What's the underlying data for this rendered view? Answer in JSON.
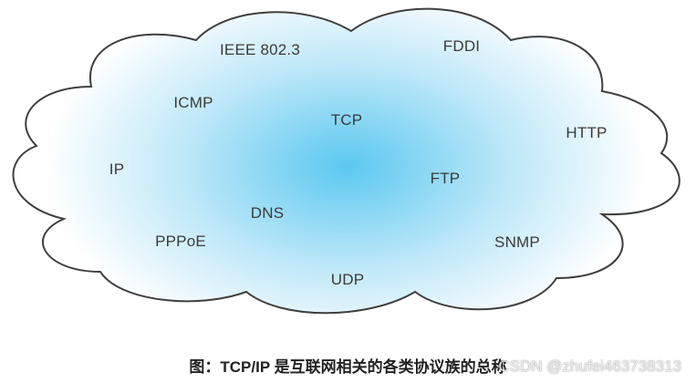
{
  "diagram": {
    "protocols": [
      {
        "id": "ieee",
        "label": "IEEE 802.3"
      },
      {
        "id": "fddi",
        "label": "FDDI"
      },
      {
        "id": "icmp",
        "label": "ICMP"
      },
      {
        "id": "tcp",
        "label": "TCP"
      },
      {
        "id": "http",
        "label": "HTTP"
      },
      {
        "id": "ip",
        "label": "IP"
      },
      {
        "id": "ftp",
        "label": "FTP"
      },
      {
        "id": "dns",
        "label": "DNS"
      },
      {
        "id": "pppoe",
        "label": "PPPoE"
      },
      {
        "id": "snmp",
        "label": "SNMP"
      },
      {
        "id": "udp",
        "label": "UDP"
      }
    ],
    "caption": "图：TCP/IP 是互联网相关的各类协议族的总称",
    "watermark": "CSDN @zhufei463738313"
  },
  "colors": {
    "cloud_center": "#5cc8f0",
    "cloud_edge": "#ffffff",
    "cloud_outline": "#3f3f3f",
    "label_text": "#3a3a3a"
  }
}
